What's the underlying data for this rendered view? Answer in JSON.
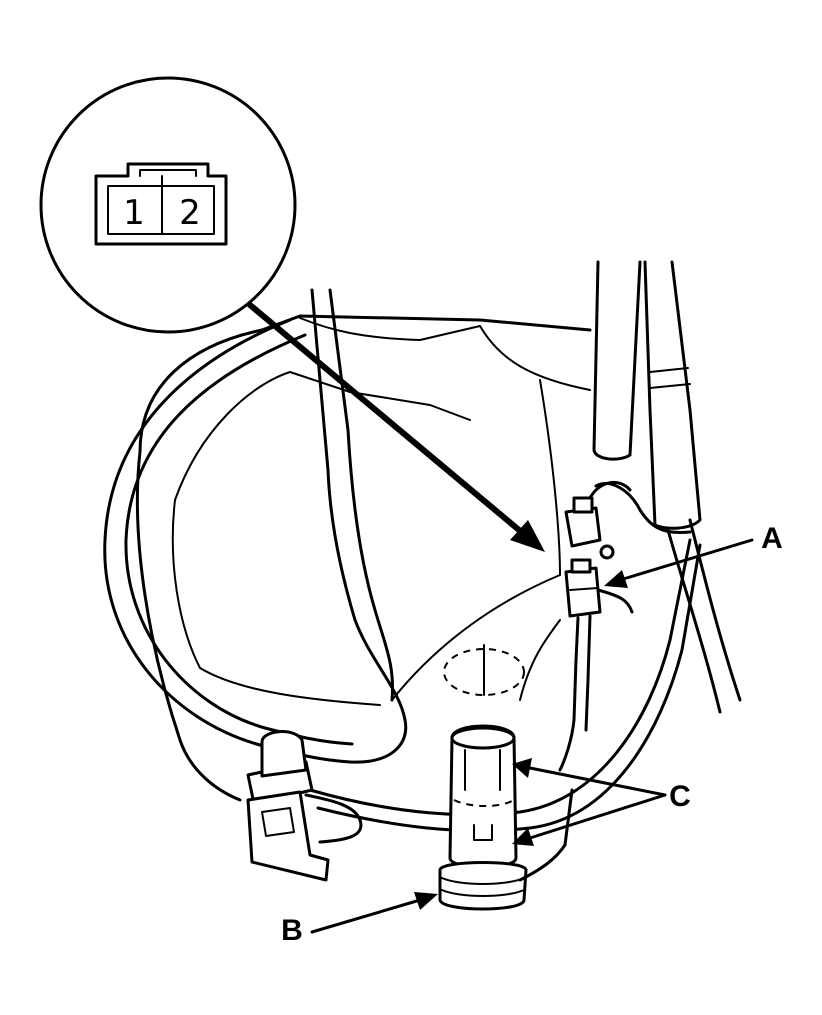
{
  "callouts": {
    "a": "A",
    "b": "B",
    "c": "C"
  },
  "connector_view": {
    "pin1": "1",
    "pin2": "2"
  }
}
